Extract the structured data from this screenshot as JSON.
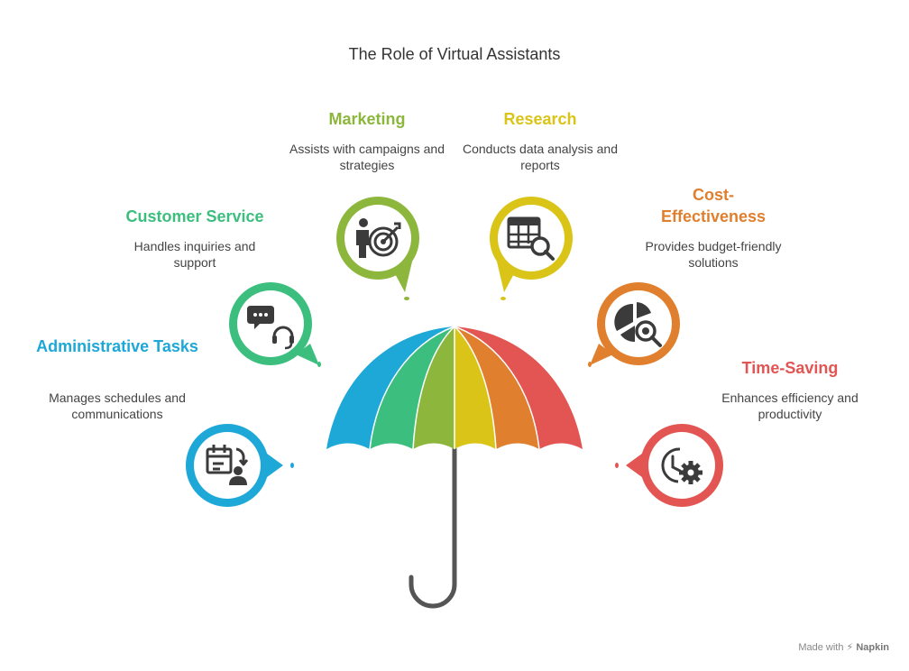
{
  "title": "The Role of Virtual Assistants",
  "items": [
    {
      "key": "admin",
      "heading": "Administrative Tasks",
      "desc": "Manages schedules and communications",
      "color": "#1DA8D8",
      "icon": "calendar-person-icon"
    },
    {
      "key": "customer",
      "heading": "Customer Service",
      "desc": "Handles inquiries and support",
      "color": "#3CBF7E",
      "icon": "chat-headset-icon"
    },
    {
      "key": "marketing",
      "heading": "Marketing",
      "desc": "Assists with campaigns and strategies",
      "color": "#8CB63C",
      "icon": "person-target-icon"
    },
    {
      "key": "research",
      "heading": "Research",
      "desc": "Conducts data analysis and reports",
      "color": "#D9C417",
      "icon": "table-search-icon"
    },
    {
      "key": "cost",
      "heading": "Cost-Effectiveness",
      "desc": "Provides budget-friendly solutions",
      "color": "#E07F2E",
      "icon": "pie-magnifier-icon"
    },
    {
      "key": "time",
      "heading": "Time-Saving",
      "desc": "Enhances efficiency and productivity",
      "color": "#E25553",
      "icon": "clock-gear-icon"
    }
  ],
  "footer": {
    "prefix": "Made with",
    "brand": "Napkin"
  }
}
